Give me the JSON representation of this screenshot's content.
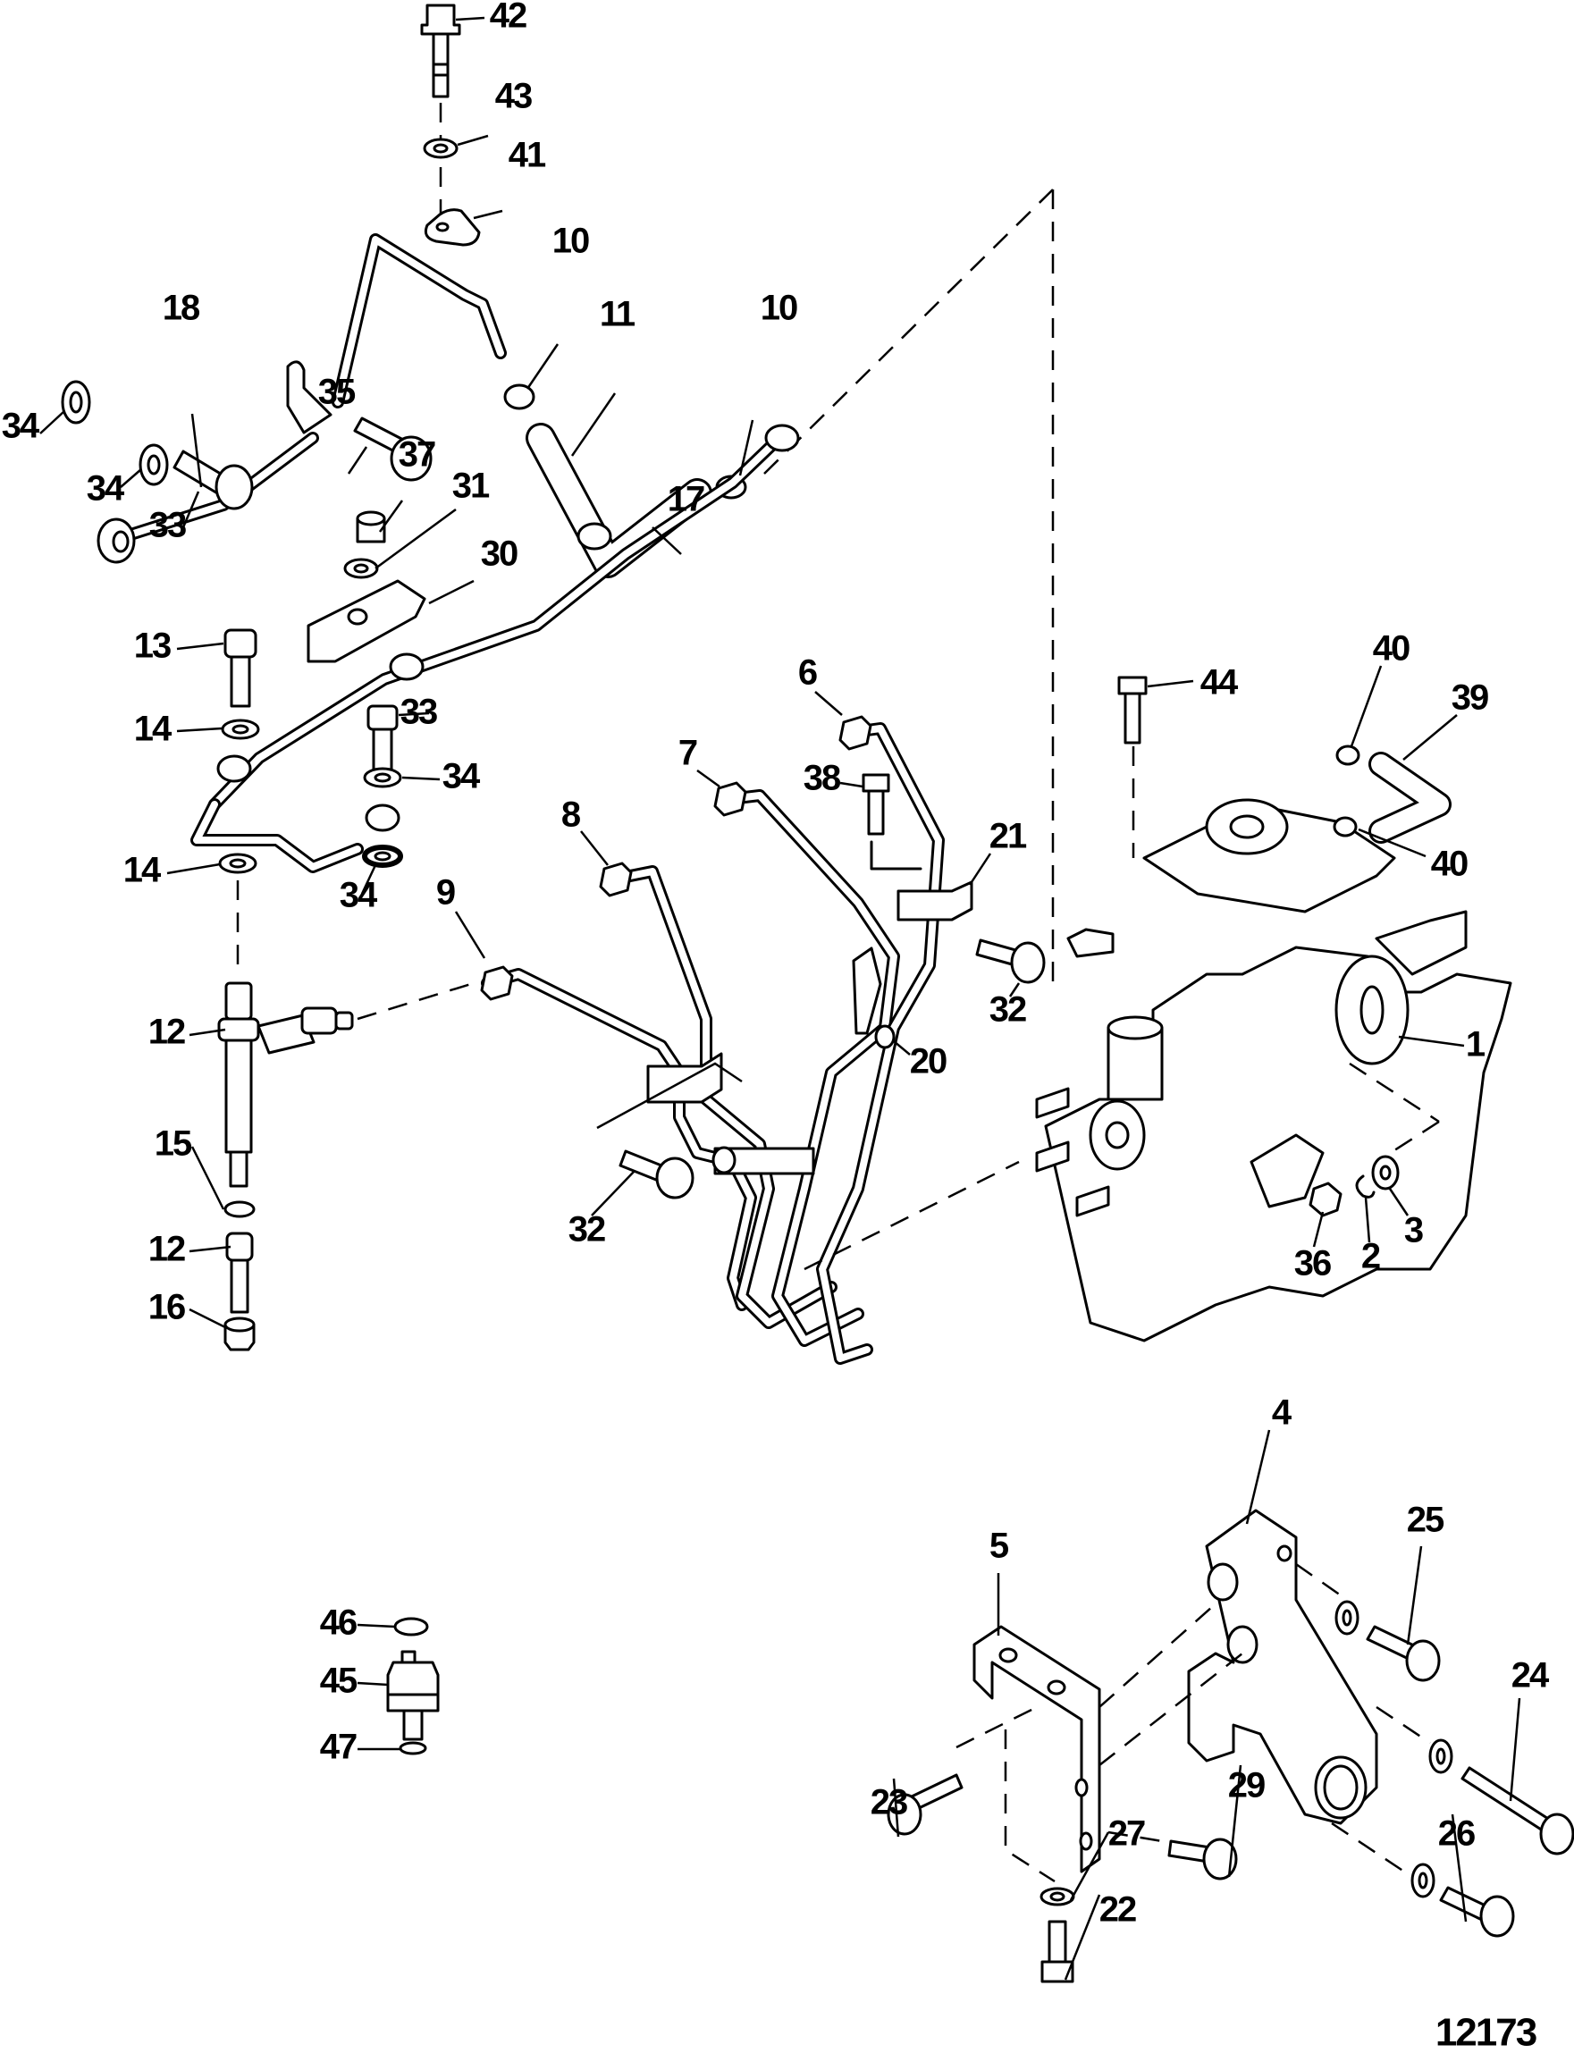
{
  "diagram": {
    "type": "exploded-parts-diagram",
    "figure_number": "12173",
    "callouts": [
      {
        "id": "c42",
        "label": "42"
      },
      {
        "id": "c43",
        "label": "43"
      },
      {
        "id": "c41",
        "label": "41"
      },
      {
        "id": "c10a",
        "label": "10"
      },
      {
        "id": "c11",
        "label": "11"
      },
      {
        "id": "c10b",
        "label": "10"
      },
      {
        "id": "c18",
        "label": "18"
      },
      {
        "id": "c34a",
        "label": "34"
      },
      {
        "id": "c35",
        "label": "35"
      },
      {
        "id": "c34b",
        "label": "34"
      },
      {
        "id": "c33a",
        "label": "33"
      },
      {
        "id": "c37",
        "label": "37"
      },
      {
        "id": "c31",
        "label": "31"
      },
      {
        "id": "c30",
        "label": "30"
      },
      {
        "id": "c17",
        "label": "17"
      },
      {
        "id": "c13",
        "label": "13"
      },
      {
        "id": "c14a",
        "label": "14"
      },
      {
        "id": "c33b",
        "label": "33"
      },
      {
        "id": "c34c",
        "label": "34"
      },
      {
        "id": "c34d",
        "label": "34"
      },
      {
        "id": "c14b",
        "label": "14"
      },
      {
        "id": "c9",
        "label": "9"
      },
      {
        "id": "c8",
        "label": "8"
      },
      {
        "id": "c7",
        "label": "7"
      },
      {
        "id": "c6",
        "label": "6"
      },
      {
        "id": "c38",
        "label": "38"
      },
      {
        "id": "c21",
        "label": "21"
      },
      {
        "id": "c12a",
        "label": "12"
      },
      {
        "id": "c20",
        "label": "20"
      },
      {
        "id": "c32a",
        "label": "32"
      },
      {
        "id": "c44",
        "label": "44"
      },
      {
        "id": "c40a",
        "label": "40"
      },
      {
        "id": "c39",
        "label": "39"
      },
      {
        "id": "c40b",
        "label": "40"
      },
      {
        "id": "c1",
        "label": "1"
      },
      {
        "id": "c36",
        "label": "36"
      },
      {
        "id": "c2",
        "label": "2"
      },
      {
        "id": "c3",
        "label": "3"
      },
      {
        "id": "c32b",
        "label": "32"
      },
      {
        "id": "c15",
        "label": "15"
      },
      {
        "id": "c12b",
        "label": "12"
      },
      {
        "id": "c16",
        "label": "16"
      },
      {
        "id": "c4",
        "label": "4"
      },
      {
        "id": "c5",
        "label": "5"
      },
      {
        "id": "c25",
        "label": "25"
      },
      {
        "id": "c24",
        "label": "24"
      },
      {
        "id": "c46",
        "label": "46"
      },
      {
        "id": "c45",
        "label": "45"
      },
      {
        "id": "c47",
        "label": "47"
      },
      {
        "id": "c23",
        "label": "23"
      },
      {
        "id": "c29",
        "label": "29"
      },
      {
        "id": "c27",
        "label": "27"
      },
      {
        "id": "c26",
        "label": "26"
      },
      {
        "id": "c22",
        "label": "22"
      }
    ],
    "parts": [
      {
        "name": "bolt",
        "icon": "bolt-icon"
      },
      {
        "name": "washer",
        "icon": "washer-icon"
      },
      {
        "name": "hose-clamp",
        "icon": "clamp-icon"
      },
      {
        "name": "hose",
        "icon": "hose-icon"
      },
      {
        "name": "fuel-injection-pump",
        "icon": "pump-icon"
      },
      {
        "name": "injector-nozzle",
        "icon": "injector-icon"
      },
      {
        "name": "fuel-return-line",
        "icon": "tube-icon"
      },
      {
        "name": "injector-lines",
        "icon": "tube-icon"
      },
      {
        "name": "pump-bracket",
        "icon": "bracket-icon"
      },
      {
        "name": "support-bracket",
        "icon": "bracket-icon"
      },
      {
        "name": "sensor-switch",
        "icon": "sensor-icon"
      }
    ]
  }
}
